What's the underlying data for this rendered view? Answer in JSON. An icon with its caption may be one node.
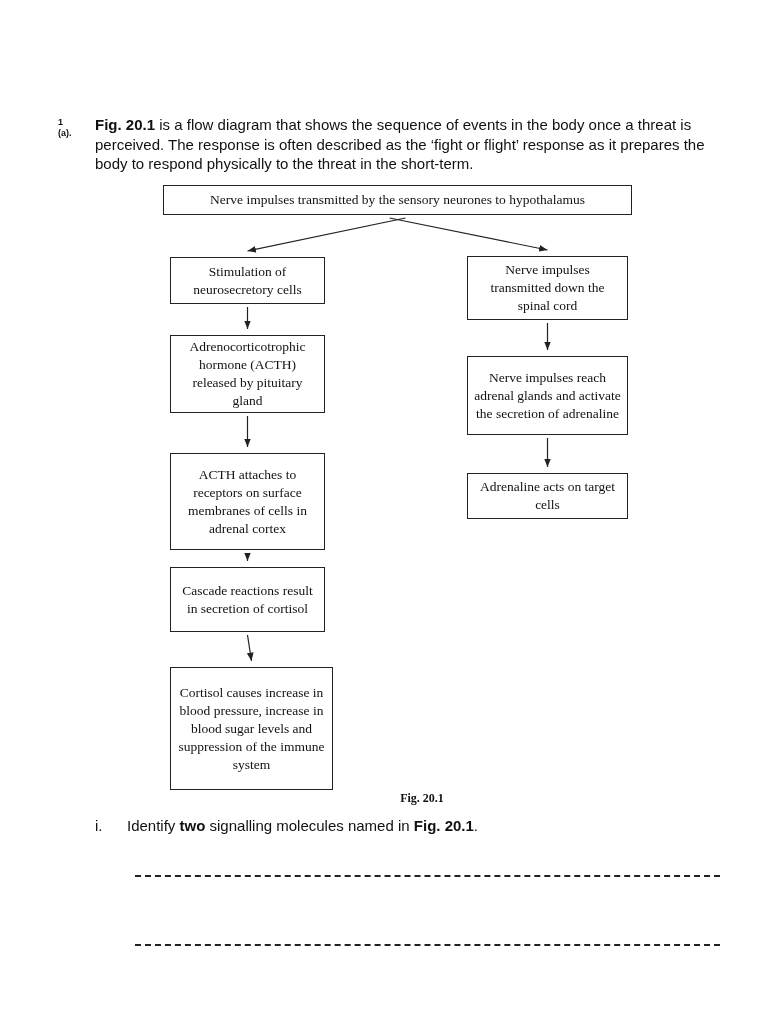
{
  "diagram": {
    "caption": "Fig. 20.1",
    "nodes": [
      {
        "text": [
          "Nerve impulses transmitted by the sensory neurones to hypothalamus"
        ]
      },
      {
        "text": [
          "Stimulation of neurosecretory cells"
        ]
      },
      {
        "text": [
          "Adrenocorticotrophic hormone (ACTH) released by pituitary gland"
        ]
      },
      {
        "text": [
          "ACTH attaches to receptors on surface membranes of cells in adrenal cortex"
        ]
      },
      {
        "text": [
          "Cascade reactions result in secretion of cortisol"
        ]
      },
      {
        "text": [
          "Cortisol causes increase in blood pressure, increase in blood sugar levels and suppression of the immune system"
        ]
      },
      {
        "text": [
          "Nerve impulses transmitted down the spinal cord"
        ]
      },
      {
        "text": [
          "Nerve impulses reach adrenal glands and activate the secretion of adrenaline"
        ]
      },
      {
        "text": [
          "Adrenaline acts on target cells"
        ]
      }
    ],
    "edges": [
      {
        "from": 0,
        "to": 1,
        "arrow": "to"
      },
      {
        "from": 0,
        "to": 6,
        "arrow": "to"
      },
      {
        "from": 1,
        "to": 2,
        "arrow": "to"
      },
      {
        "from": 2,
        "to": 3,
        "arrow": "to"
      },
      {
        "from": 3,
        "to": 4,
        "arrow": "to"
      },
      {
        "from": 4,
        "to": 5,
        "arrow": "to"
      },
      {
        "from": 6,
        "to": 7,
        "arrow": "to"
      },
      {
        "from": 7,
        "to": 8,
        "arrow": "to"
      }
    ],
    "labels": [
      "1(a).",
      "**Fig. 20.1** is a flow diagram that shows the sequence of events in the body once a threat is perceived. The response is often described as the ‘fight or flight’ response as it prepares the body to respond physically to the threat in the short-term.",
      "i.",
      "Identify **two** signalling molecules named in **Fig. 20.1**."
    ]
  }
}
